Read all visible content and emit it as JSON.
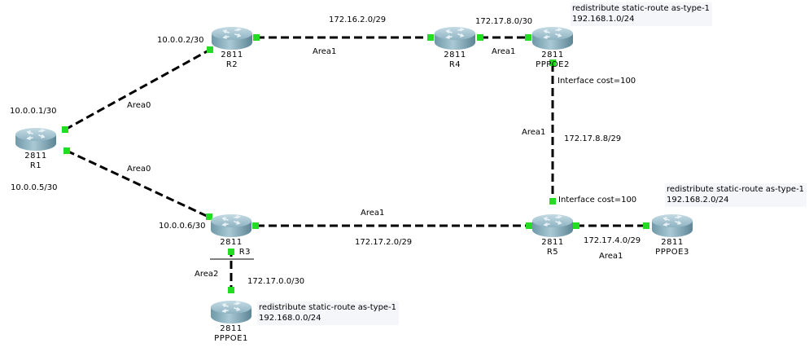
{
  "topology": {
    "devices": [
      {
        "id": "R1",
        "model": "2811",
        "name": "R1"
      },
      {
        "id": "R2",
        "model": "2811",
        "name": "R2"
      },
      {
        "id": "R3",
        "model": "2811",
        "name": "R3"
      },
      {
        "id": "R4",
        "model": "2811",
        "name": "R4"
      },
      {
        "id": "R5",
        "model": "2811",
        "name": "R5"
      },
      {
        "id": "PPPOE1",
        "model": "2811",
        "name": "PPPOE1"
      },
      {
        "id": "PPPOE2",
        "model": "2811",
        "name": "PPPOE2"
      },
      {
        "id": "PPPOE3",
        "model": "2811",
        "name": "PPPOE3"
      }
    ],
    "links": [
      {
        "from": "R1",
        "to": "R2",
        "area": "Area0"
      },
      {
        "from": "R1",
        "to": "R3",
        "area": "Area0"
      },
      {
        "from": "R2",
        "to": "R4",
        "area": "Area1",
        "network": "172.16.2.0/29"
      },
      {
        "from": "R4",
        "to": "PPPOE2",
        "area": "Area1",
        "network": "172.17.8.0/30"
      },
      {
        "from": "PPPOE2",
        "to": "R5",
        "area": "Area1",
        "network": "172.17.8.8/29"
      },
      {
        "from": "R3",
        "to": "R5",
        "area": "Area1",
        "network": "172.17.2.0/29"
      },
      {
        "from": "R5",
        "to": "PPPOE3",
        "area": "Area1",
        "network": "172.17.4.0/29"
      },
      {
        "from": "R3",
        "to": "PPPOE1",
        "area": "Area2",
        "network": "172.17.0.0/30"
      }
    ],
    "colors": {
      "link": "#000000",
      "port_up": "#22dd22"
    }
  },
  "labels": {
    "r2_ip": "10.0.0.2/30",
    "r1_ip_top": "10.0.0.1/30",
    "r1_ip_bottom": "10.0.0.5/30",
    "r3_ip": "10.0.0.6/30",
    "area0_top": "Area0",
    "area0_bottom": "Area0",
    "net_r2_r4": "172.16.2.0/29",
    "area_r2_r4": "Area1",
    "net_r4_pppoe2": "172.17.8.0/30",
    "area_r4_pppoe2": "Area1",
    "cost_pppoe2": "Interface cost=100",
    "area_pppoe2_r5": "Area1",
    "net_pppoe2_r5": "172.17.8.8/29",
    "cost_r5": "Interface cost=100",
    "area_r3_r5": "Area1",
    "net_r3_r5": "172.17.2.0/29",
    "net_r5_pppoe3": "172.17.4.0/29",
    "area_r5_pppoe3": "Area1",
    "area_r3_pppoe1": "Area2",
    "net_r3_pppoe1": "172.17.0.0/30"
  },
  "notes": {
    "pppoe2": {
      "line1": "redistribute static-route as-type-1",
      "line2": "192.168.1.0/24"
    },
    "pppoe3": {
      "line1": "redistribute static-route as-type-1",
      "line2": "192.168.2.0/24"
    },
    "pppoe1": {
      "line1": "redistribute static-route as-type-1",
      "line2": "192.168.0.0/24"
    }
  }
}
